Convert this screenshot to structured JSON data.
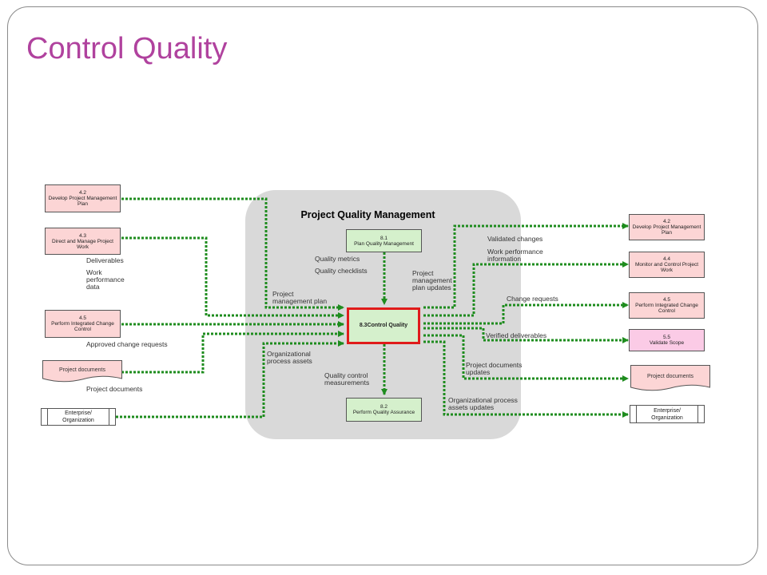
{
  "slide": {
    "title": "Control Quality"
  },
  "area": {
    "title": "Project Quality Management"
  },
  "process": {
    "main": {
      "num": "8.3",
      "name": "Control Quality"
    },
    "plan": {
      "num": "8.1",
      "name": "Plan Quality Management"
    },
    "assurance": {
      "num": "8.2",
      "name": "Perform Quality Assurance"
    }
  },
  "left_sources": {
    "develop": {
      "num": "4.2",
      "name": "Develop Project Management Plan"
    },
    "direct": {
      "num": "4.3",
      "name": "Direct and Manage Project Work"
    },
    "perform": {
      "num": "4.5",
      "name": "Perform Integrated Change Control"
    },
    "docs": {
      "name": "Project documents"
    },
    "ent": {
      "name": "Enterprise/ Organization"
    }
  },
  "right_targets": {
    "develop": {
      "num": "4.2",
      "name": "Develop Project Management Plan"
    },
    "monitor": {
      "num": "4.4",
      "name": "Monitor and Control Project Work"
    },
    "perform": {
      "num": "4.5",
      "name": "Perform Integrated Change Control"
    },
    "validate": {
      "num": "5.5",
      "name": "Validate Scope"
    },
    "docs": {
      "name": "Project documents"
    },
    "ent": {
      "name": "Enterprise/ Organization"
    }
  },
  "labels": {
    "deliverables": "Deliverables",
    "work_perf_data": [
      "Work",
      "performance",
      "data"
    ],
    "approved_cr": "Approved change requests",
    "project_documents": "Project documents",
    "quality_metrics": "Quality metrics",
    "quality_checklists": "Quality checklists",
    "pm_plan": [
      "Project",
      "management plan"
    ],
    "opa": [
      "Organizational",
      "process assets"
    ],
    "qc_measurements": [
      "Quality control",
      "measurements"
    ],
    "pmp_updates": [
      "Project",
      "management",
      "plan updates"
    ],
    "validated_changes": "Validated changes",
    "work_perf_info": [
      "Work performance",
      "information"
    ],
    "change_requests": "Change requests",
    "verified_deliverables": "Verified deliverables",
    "proj_doc_updates": [
      "Project documents",
      "updates"
    ],
    "opa_updates": [
      "Organizational process",
      "assets updates"
    ]
  },
  "colors": {
    "title": "#b0429e",
    "arrow": "#1e8c1e",
    "main_border": "#e01b1b",
    "pink_box": "#fcd5d5",
    "validate_box": "#fbcbe6",
    "green_box": "#d5f0cc",
    "area_bg": "#d9d9d9"
  }
}
